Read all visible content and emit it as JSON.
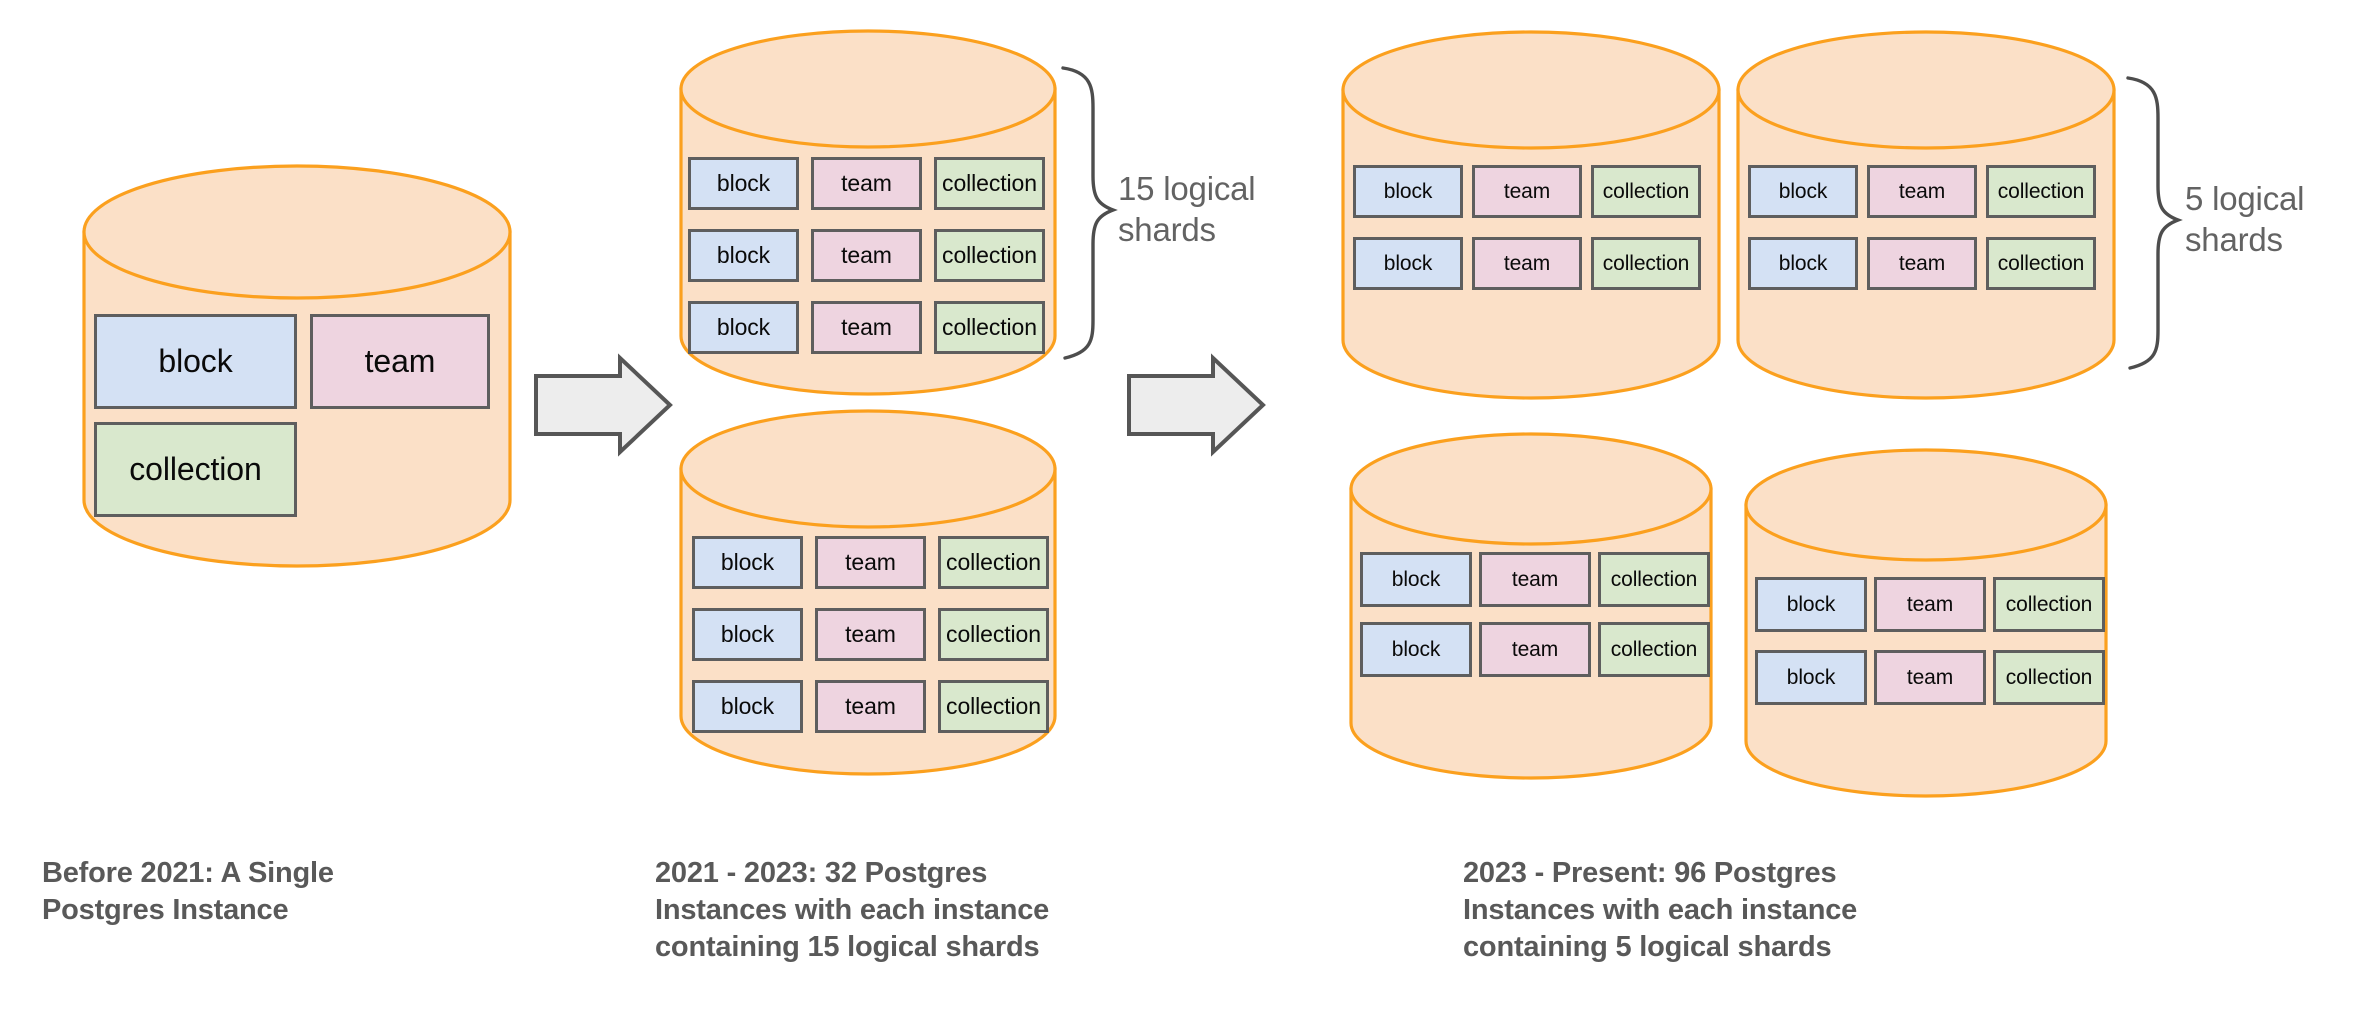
{
  "diagram": {
    "title_semantics": "Postgres sharding evolution diagram",
    "shard_labels": {
      "block": "block",
      "team": "team",
      "collection": "collection"
    },
    "colors": {
      "cylinder_fill": "#fbe0c7",
      "cylinder_stroke": "#fba01e",
      "block_fill": "#d4e1f4",
      "team_fill": "#eed4e0",
      "collection_fill": "#d9e8cd",
      "box_stroke": "#5e5e5e",
      "arrow_fill": "#ededed",
      "arrow_stroke": "#565656",
      "text": "#595959"
    }
  },
  "stages": [
    {
      "id": "stage-1",
      "caption": "Before 2021: A Single Postgres Instance",
      "caption_lines": [
        "Before 2021: A Single",
        "Postgres Instance"
      ],
      "instances": 1,
      "shards_per_instance": 1,
      "cylinders": [
        {
          "id": "cylinder-1",
          "rows": [
            [
              "block",
              "team"
            ],
            [
              "collection"
            ]
          ]
        }
      ]
    },
    {
      "id": "stage-2",
      "caption": "2021 - 2023: 32 Postgres Instances with each instance containing 15 logical shards",
      "caption_lines": [
        "2021 - 2023: 32 Postgres",
        "Instances with each instance",
        "containing 15 logical shards"
      ],
      "instances": 32,
      "shards_per_instance": 15,
      "brace_label": "15 logical shards",
      "brace_label_lines": [
        "15 logical",
        "shards"
      ],
      "cylinders": [
        {
          "id": "cylinder-2a",
          "rows": [
            [
              "block",
              "team",
              "collection"
            ],
            [
              "block",
              "team",
              "collection"
            ],
            [
              "block",
              "team",
              "collection"
            ]
          ]
        },
        {
          "id": "cylinder-2b",
          "rows": [
            [
              "block",
              "team",
              "collection"
            ],
            [
              "block",
              "team",
              "collection"
            ],
            [
              "block",
              "team",
              "collection"
            ]
          ]
        }
      ]
    },
    {
      "id": "stage-3",
      "caption": "2023 - Present: 96 Postgres Instances with each instance containing 5 logical shards",
      "caption_lines": [
        "2023 - Present: 96 Postgres",
        "Instances with each instance",
        "containing 5 logical shards"
      ],
      "instances": 96,
      "shards_per_instance": 5,
      "brace_label": "5 logical shards",
      "brace_label_lines": [
        "5 logical",
        "shards"
      ],
      "cylinders": [
        {
          "id": "cylinder-3a",
          "rows": [
            [
              "block",
              "team",
              "collection"
            ],
            [
              "block",
              "team",
              "collection"
            ]
          ]
        },
        {
          "id": "cylinder-3b",
          "rows": [
            [
              "block",
              "team",
              "collection"
            ],
            [
              "block",
              "team",
              "collection"
            ]
          ]
        },
        {
          "id": "cylinder-3c",
          "rows": [
            [
              "block",
              "team",
              "collection"
            ],
            [
              "block",
              "team",
              "collection"
            ]
          ]
        },
        {
          "id": "cylinder-3d",
          "rows": [
            [
              "block",
              "team",
              "collection"
            ],
            [
              "block",
              "team",
              "collection"
            ]
          ]
        }
      ]
    }
  ],
  "arrows": [
    {
      "id": "arrow-1-to-2",
      "direction": "right"
    },
    {
      "id": "arrow-2-to-3",
      "direction": "right"
    }
  ],
  "labels": {
    "stage2_brace_line1": "15 logical",
    "stage2_brace_line2": "shards",
    "stage3_brace_line1": "5 logical",
    "stage3_brace_line2": "shards",
    "stage1_caption_line1": "Before 2021: A Single",
    "stage1_caption_line2": "Postgres Instance",
    "stage2_caption_line1": "2021 - 2023: 32 Postgres",
    "stage2_caption_line2": "Instances with each instance",
    "stage2_caption_line3": "containing 15 logical shards",
    "stage3_caption_line1": "2023 - Present: 96 Postgres",
    "stage3_caption_line2": "Instances with each instance",
    "stage3_caption_line3": "containing 5 logical shards"
  }
}
